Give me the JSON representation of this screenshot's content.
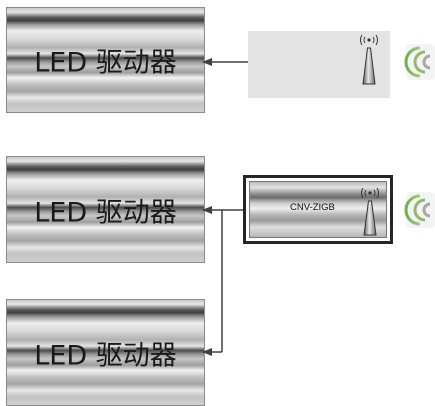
{
  "drivers": [
    {
      "label": "LED 驱动器"
    },
    {
      "label": "LED 驱动器"
    },
    {
      "label": "LED 驱动器"
    }
  ],
  "module": {
    "label": "CNV-ZIGB"
  },
  "icons": {
    "antenna": "antenna-icon",
    "wireless_signal": "wireless-signal-icon"
  },
  "colors": {
    "connector": "#404040",
    "module_border": "#262626",
    "panel": "#e3e3e3"
  }
}
